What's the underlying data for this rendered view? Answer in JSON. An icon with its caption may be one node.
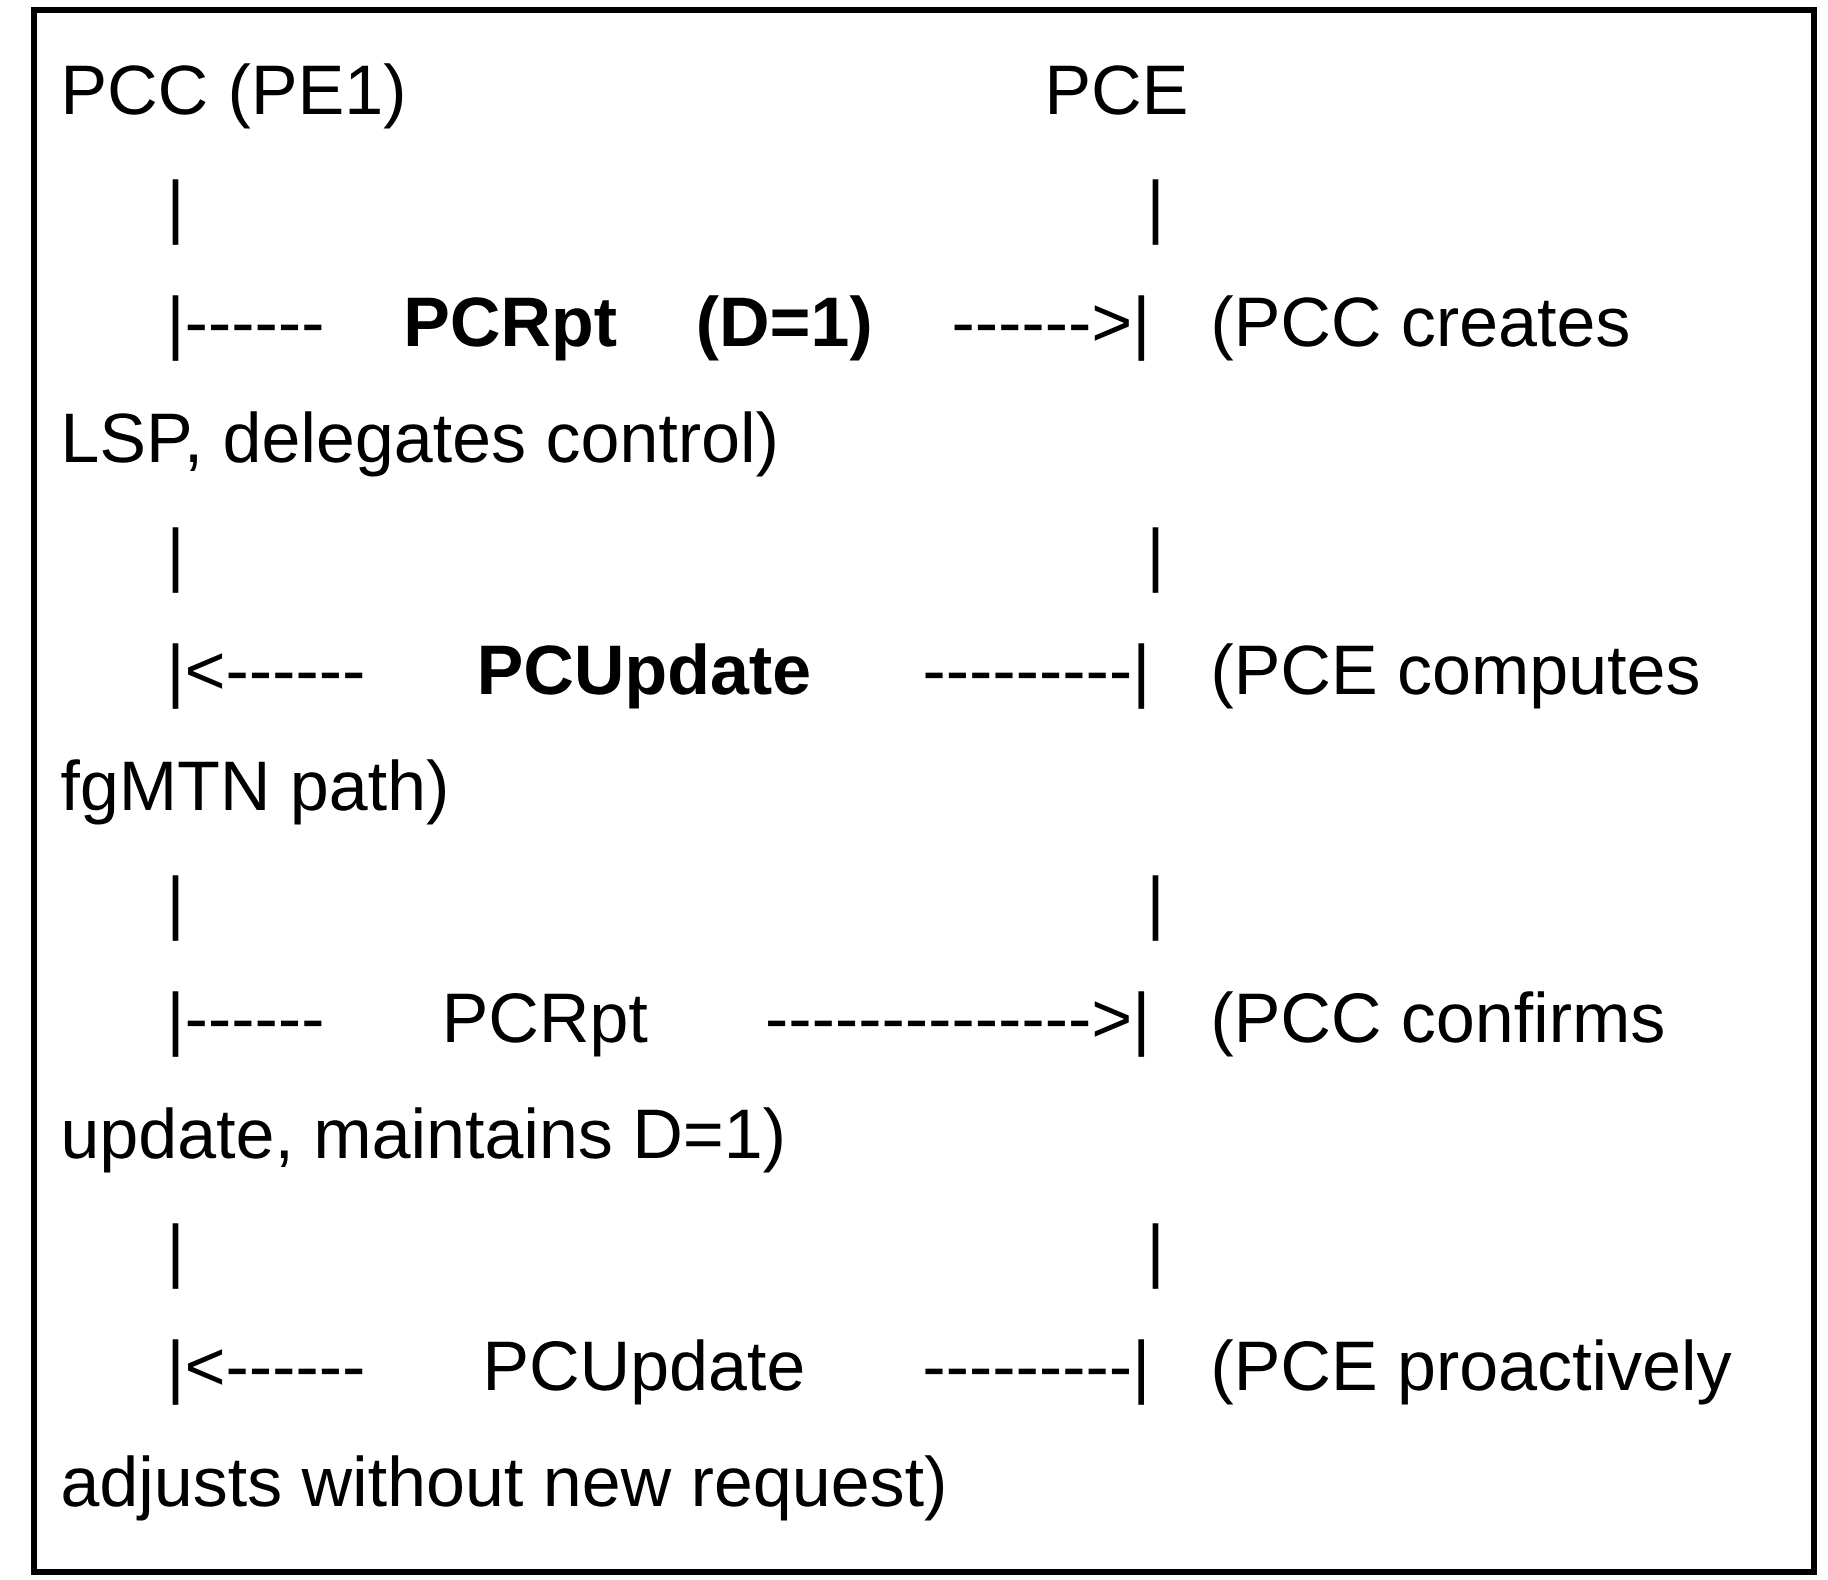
{
  "diagram": {
    "labels": [
      "PCC (PE1)",
      "PCE",
      "|",
      "|",
      "|------ **PCRpt (D=1)** ------>|",
      "(PCC creates LSP, delegates control)",
      "|",
      "|",
      "|<------ **PCUpdate** ---------|",
      "(PCE computes fgMTN path)",
      "|",
      "|",
      "|------ PCRpt -------------->|",
      "(PCC confirms update, maintains D=1)",
      "|",
      "|",
      "|<------ PCUpdate ---------|",
      "(PCE proactively adjusts without new request)"
    ]
  }
}
